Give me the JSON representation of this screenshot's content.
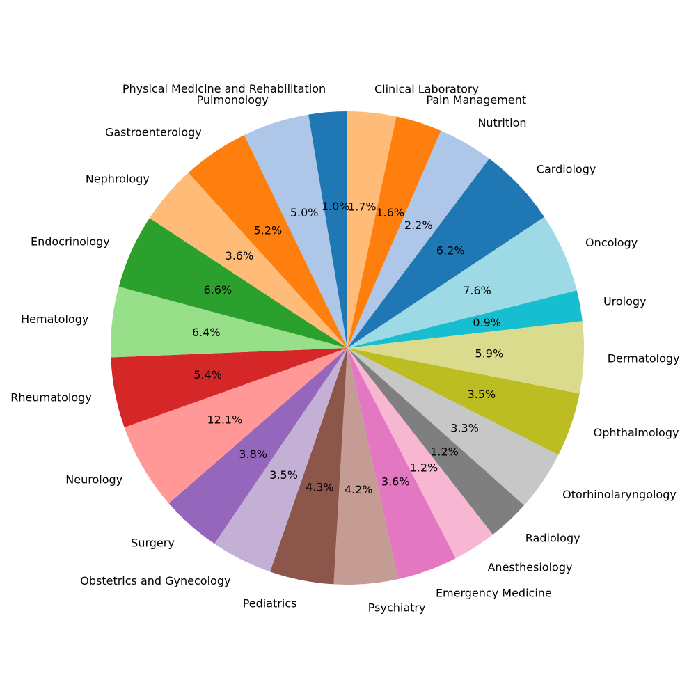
{
  "chart_data": {
    "type": "pie",
    "title": "",
    "start_angle_deg": 90,
    "direction": "clockwise",
    "categories": [
      "Clinical Laboratory",
      "Pain Management",
      "Nutrition",
      "Cardiology",
      "Oncology",
      "Urology",
      "Dermatology",
      "Ophthalmology",
      "Otorhinolaryngology",
      "Radiology",
      "Anesthesiology",
      "Emergency Medicine",
      "Psychiatry",
      "Pediatrics",
      "Obstetrics and Gynecology",
      "Surgery",
      "Neurology",
      "Rheumatology",
      "Hematology",
      "Endocrinology",
      "Nephrology",
      "Gastroenterology",
      "Pulmonology",
      "Physical Medicine and Rehabilitation"
    ],
    "values": [
      3.8,
      3.6,
      4.3,
      6.2,
      6.2,
      2.4,
      5.6,
      5.0,
      4.7,
      3.3,
      3.4,
      4.7,
      5.0,
      5.0,
      4.8,
      4.7,
      6.8,
      5.5,
      5.5,
      5.8,
      4.6,
      5.2,
      5.2,
      3.0
    ],
    "percent_labels": [
      "1.7%",
      "1.6%",
      "2.2%",
      "6.2%",
      "7.6%",
      "0.9%",
      "5.9%",
      "3.5%",
      "3.3%",
      "1.2%",
      "1.2%",
      "3.6%",
      "4.2%",
      "4.3%",
      "3.5%",
      "3.8%",
      "12.1%",
      "5.4%",
      "6.4%",
      "6.6%",
      "3.6%",
      "5.2%",
      "5.0%",
      "1.0%"
    ],
    "colors": [
      "#ffbb78",
      "#ff7f0e",
      "#aec7e8",
      "#1f77b4",
      "#9edae5",
      "#17becf",
      "#dbdb8d",
      "#bcbd22",
      "#c7c7c7",
      "#7f7f7f",
      "#f7b6d2",
      "#e377c2",
      "#c49c94",
      "#8c564b",
      "#c5b0d5",
      "#9467bd",
      "#ff9896",
      "#d62728",
      "#98df8a",
      "#2ca02c",
      "#ffbb78",
      "#ff7f0e",
      "#aec7e8",
      "#1f77b4"
    ],
    "legend": "none"
  }
}
